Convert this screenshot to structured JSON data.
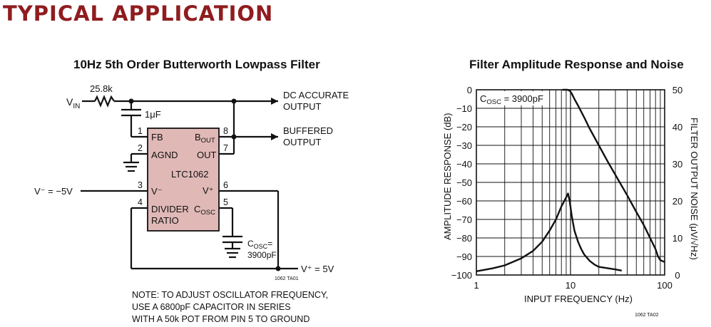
{
  "banner": "TYPICAL APPLICATION",
  "schematic": {
    "title": "10Hz 5th Order Butterworth Lowpass Filter",
    "vin": "V",
    "vin_sub": "IN",
    "resistor": "25.8k",
    "cap1": "1μF",
    "out_dc_1": "DC ACCURATE",
    "out_dc_2": "OUTPUT",
    "out_buf_1": "BUFFERED",
    "out_buf_2": "OUTPUT",
    "vminus": "V⁻ = −5V",
    "vplus": "V⁺ = 5V",
    "chip_name": "LTC1062",
    "pins": {
      "fb": "FB",
      "agnd": "AGND",
      "vm": "V⁻",
      "div1": "DIVIDER",
      "div2": "RATIO",
      "bout": "B",
      "bout_sub": "OUT",
      "out": "OUT",
      "vp": "V⁺",
      "cosc": "C",
      "cosc_sub": "OSC"
    },
    "pin_numbers": [
      "1",
      "2",
      "3",
      "4",
      "5",
      "6",
      "7",
      "8"
    ],
    "cosc_label_1": "C",
    "cosc_label_sub": "OSC",
    "cosc_label_eq": "=",
    "cosc_value": "3900pF",
    "code": "1062 TA01",
    "note": [
      "NOTE: TO ADJUST OSCILLATOR FREQUENCY,",
      "USE A 6800pF CAPACITOR IN SERIES",
      "WITH A 50k POT FROM PIN 5 TO GROUND"
    ]
  },
  "chart_data": {
    "type": "line",
    "title": "Filter Amplitude Response and Noise",
    "annotation_main": "C",
    "annotation_sub": "OSC",
    "annotation_rest": " = 3900pF",
    "xlabel": "INPUT FREQUENCY (Hz)",
    "ylabel": "AMPLITUDE RESPONSE (dB)",
    "y2label": "FILTER OUTPUT NOISE (μV/√Hz)",
    "xscale": "log",
    "xlim": [
      1,
      100
    ],
    "ylim": [
      -100,
      0
    ],
    "y2lim": [
      0,
      50
    ],
    "xticks": [
      "1",
      "10",
      "100"
    ],
    "yticks": [
      "0",
      "−10",
      "−20",
      "−30",
      "−40",
      "−50",
      "−60",
      "−70",
      "−80",
      "−90",
      "−100"
    ],
    "y2ticks": [
      "50",
      "40",
      "30",
      "20",
      "10",
      "0"
    ],
    "grid": true,
    "code": "1062 TA02",
    "series": [
      {
        "axis": "left",
        "x": [
          8.2,
          8.8,
          9.3,
          9.8,
          10.3,
          11,
          12,
          14,
          16,
          20,
          25,
          30,
          40,
          50,
          60,
          70,
          80,
          85,
          90,
          100
        ],
        "y": [
          0,
          0,
          0,
          -0.5,
          -2,
          -5,
          -8.5,
          -15,
          -21,
          -30,
          -39,
          -46,
          -57,
          -66,
          -73,
          -80,
          -86,
          -90,
          -92,
          -93
        ]
      },
      {
        "axis": "right",
        "x": [
          1,
          1.5,
          2,
          3,
          4,
          5,
          6,
          7,
          8,
          8.8,
          9.4,
          9.8,
          10.3,
          11,
          12,
          13,
          14,
          16,
          18,
          20,
          25,
          30,
          35
        ],
        "y": [
          1,
          1.8,
          2.6,
          4.5,
          6.5,
          9,
          12,
          15,
          18.5,
          20.5,
          22,
          20,
          16,
          12,
          9,
          7,
          5.5,
          3.8,
          2.8,
          2.2,
          1.8,
          1.5,
          1.2
        ]
      }
    ]
  }
}
